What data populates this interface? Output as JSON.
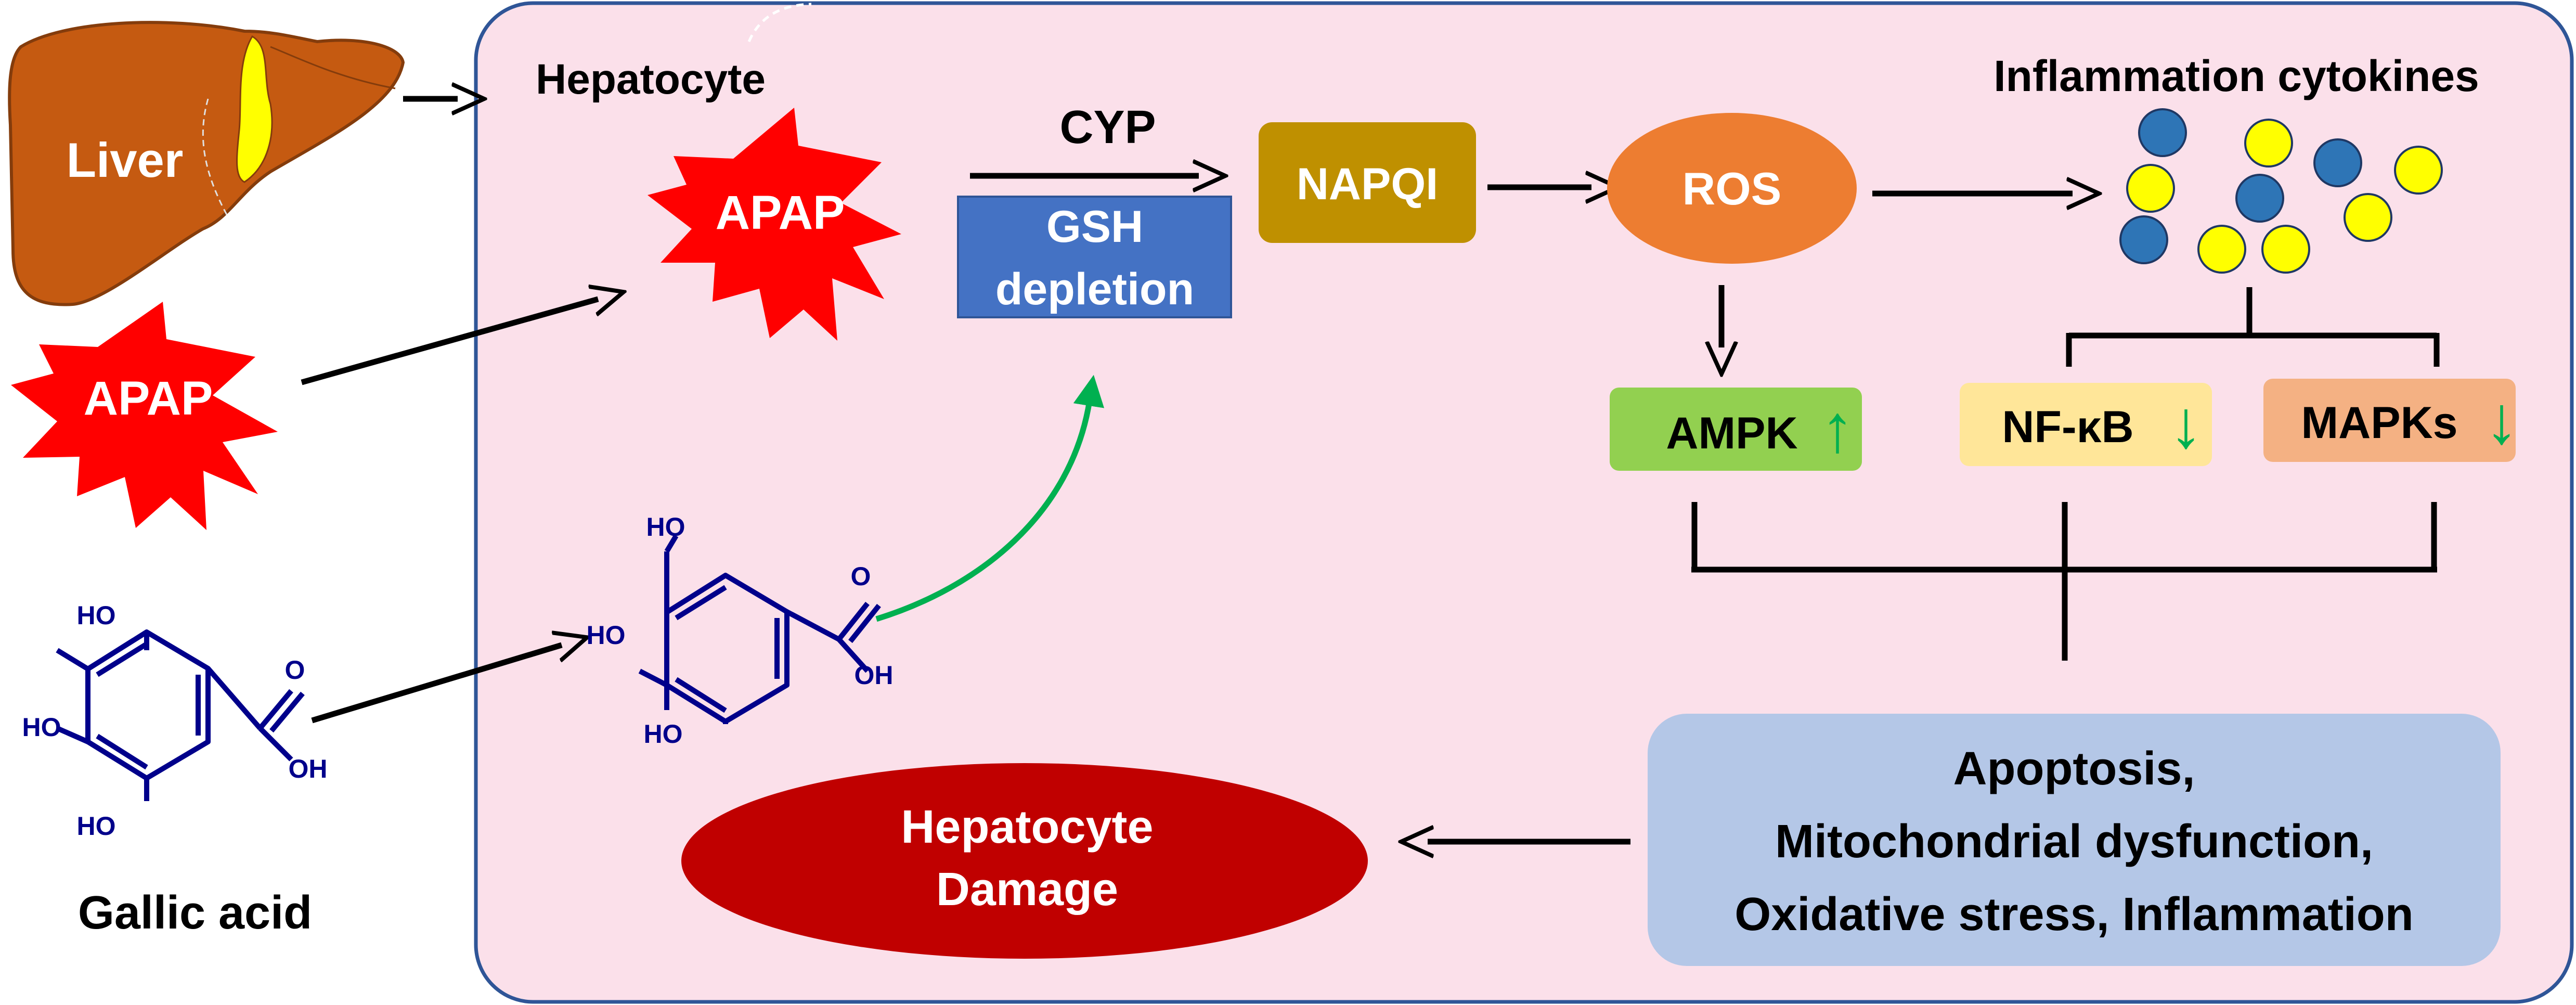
{
  "labels": {
    "liver": "Liver",
    "apap_outside": "APAP",
    "gallic_acid": "Gallic acid",
    "hepatocyte": "Hepatocyte",
    "apap_inside": "APAP",
    "cyp": "CYP",
    "gsh_line1": "GSH",
    "gsh_line2": "depletion",
    "napqi": "NAPQI",
    "ros": "ROS",
    "inflammation_cytokines": "Inflammation cytokines",
    "ampk": "AMPK",
    "nfkb": "NF-κB",
    "mapks": "MAPKs",
    "outcome_line1": "Apoptosis,",
    "outcome_line2": "Mitochondrial dysfunction,",
    "outcome_line3": "Oxidative stress, Inflammation",
    "damage_line1": "Hepatocyte",
    "damage_line2": "Damage"
  },
  "molecule_labels": {
    "ho": "HO",
    "o": "O",
    "oh": "OH"
  },
  "arrow_glyphs": {
    "up": "↑",
    "down": "↓"
  },
  "colors": {
    "cell_fill": "#fbe0ea",
    "cell_border": "#2f5597",
    "liver": "#c55a11",
    "gallbladder": "#ffff00",
    "apap": "#ff0000",
    "gsh": "#4472c4",
    "napqi": "#bf9000",
    "ros": "#ed7d31",
    "ampk": "#92d050",
    "nfkb": "#ffe699",
    "mapks": "#f4b183",
    "outcome_box": "#b4c7e7",
    "damage": "#c00000",
    "molecule": "#00008b",
    "green_arrow": "#00b050",
    "cytokine_blue": "#2e75b6",
    "cytokine_yellow": "#ffff00"
  }
}
